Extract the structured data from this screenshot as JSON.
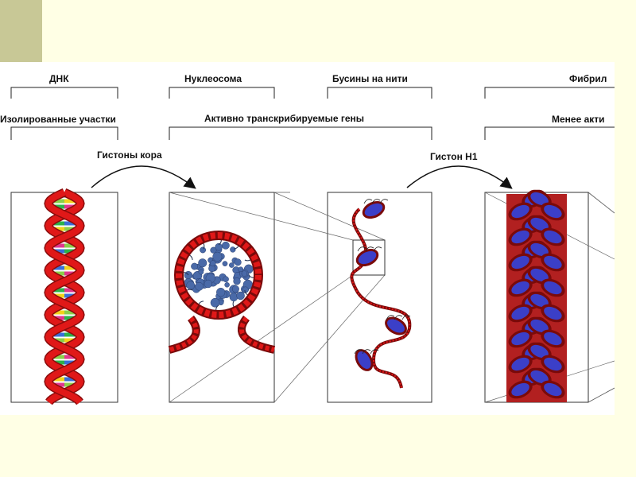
{
  "colors": {
    "background": "#ffffe5",
    "accent_block": "#c8c896",
    "dna_red": "#e01818",
    "histone_blue": "#3b3fc8",
    "protein_blue": "#4a6aa8"
  },
  "stage_labels": {
    "dna": "ДНК",
    "nucleosome": "Нуклеосома",
    "beads": "Бусины на нити",
    "fibril": "Фибрил"
  },
  "region_labels": {
    "isolated": "Изолированные участки",
    "active": "Активно транскрибируемые гены",
    "less_active": "Менее акти"
  },
  "arrow_labels": {
    "core_histones": "Гистоны кора",
    "h1": "Гистон Н1"
  }
}
